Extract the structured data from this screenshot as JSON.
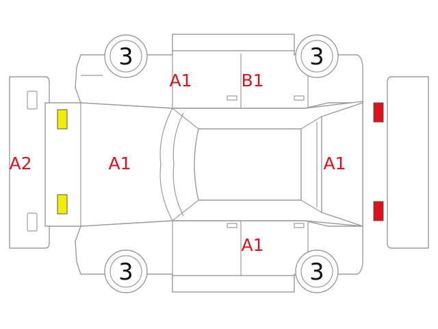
{
  "diagram": {
    "labels": {
      "front_bumper": "A2",
      "hood": "A1",
      "front_door_top": "A1",
      "rear_door_top": "B1",
      "rear_door_bottom": "A1",
      "rear_hatch": "A1"
    },
    "wheels": {
      "front_left": "3",
      "rear_left": "3",
      "front_right": "3",
      "rear_right": "3"
    },
    "colors": {
      "damage_text": "#e0101e",
      "outline": "#9a9a9a",
      "headlight": "#f2ee00",
      "taillight": "#e0101e"
    }
  }
}
